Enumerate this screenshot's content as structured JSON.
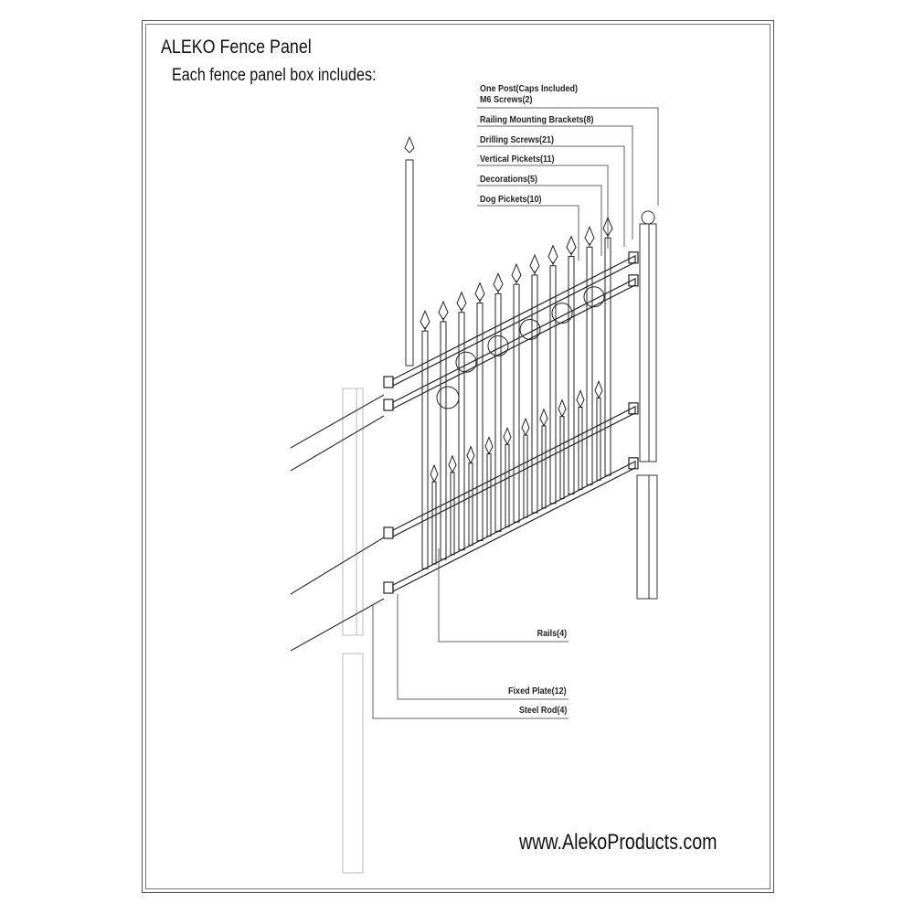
{
  "title": "ALEKO Fence Panel",
  "subtitle": "Each fence panel box includes:",
  "parts_top": [
    "One Post(Caps Included)",
    "M6 Screws(2)",
    "Railing Mounting Brackets(8)",
    "Drilling Screws(21)",
    "Vertical Pickets(11)",
    "Decorations(5)",
    "Dog Pickets(10)"
  ],
  "parts_bottom": [
    "Rails(4)",
    "Fixed Plate(12)",
    "Steel Rod(4)"
  ],
  "website": "www.AlekoProducts.com"
}
